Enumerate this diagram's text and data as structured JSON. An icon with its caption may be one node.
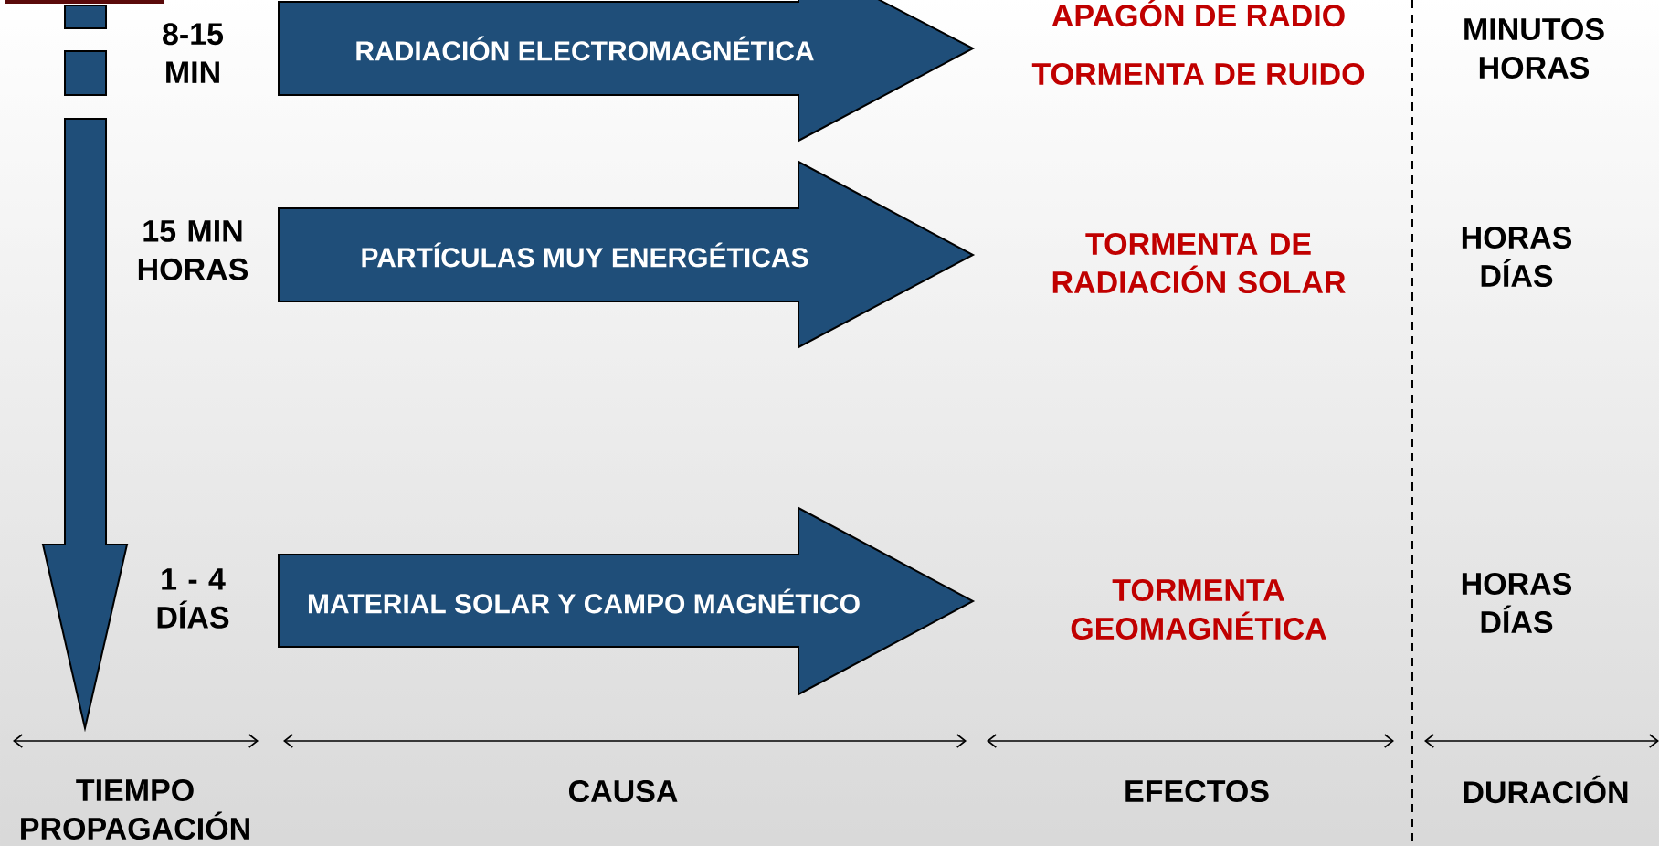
{
  "diagram": {
    "nodes": [
      {
        "text": [
          "RADIACIÓN ELECTROMAGNÉTICA"
        ]
      },
      {
        "text": [
          "PARTÍCULAS MUY ENERGÉTICAS"
        ]
      },
      {
        "text": [
          "MATERIAL SOLAR Y CAMPO MAGNÉTICO"
        ]
      }
    ],
    "labels": [
      "8-15 MIN",
      "APAGÓN DE RADIO",
      "TORMENTA DE RUIDO",
      "MINUTOS HORAS",
      "15 MIN HORAS",
      "TORMENTA DE RADIACIÓN SOLAR",
      "HORAS DÍAS",
      "1 - 4 DÍAS",
      "TORMENTA GEOMAGNÉTICA",
      "HORAS DÍAS",
      "TIEMPO PROPAGACIÓN",
      "CAUSA",
      "EFECTOS",
      "DURACIÓN"
    ]
  }
}
